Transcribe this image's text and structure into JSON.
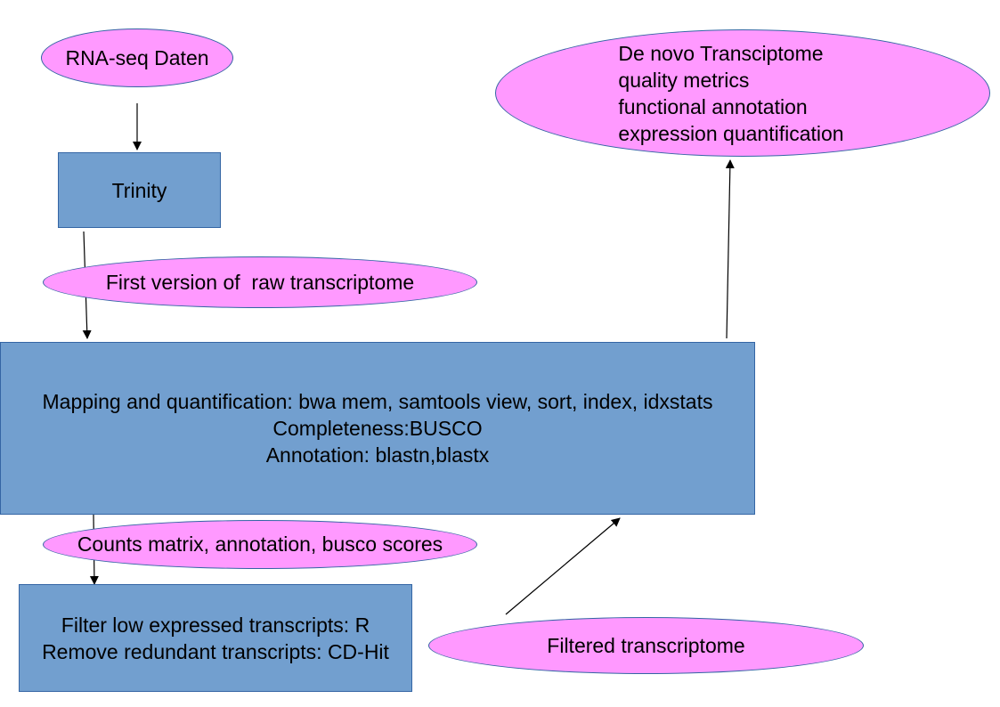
{
  "nodes": {
    "rna_seq": "RNA-seq Daten",
    "trinity": "Trinity",
    "first_version": "First version of  raw transcriptome",
    "mapping": {
      "lines": [
        "Mapping and quantification: bwa mem, samtools view, sort, index, idxstats",
        "Completeness:BUSCO",
        "Annotation: blastn,blastx"
      ]
    },
    "counts": "Counts matrix, annotation, busco scores",
    "filter": {
      "lines": [
        "Filter low expressed transcripts: R",
        "Remove redundant transcripts: CD-Hit"
      ]
    },
    "filtered": "Filtered transcriptome",
    "result": {
      "lines": [
        "De novo Transciptome",
        "quality metrics",
        "functional annotation",
        "expression quantification"
      ]
    }
  },
  "colors": {
    "ellipse_fill": "#ff99ff",
    "box_fill": "#729fcf",
    "border": "#3465a4"
  }
}
